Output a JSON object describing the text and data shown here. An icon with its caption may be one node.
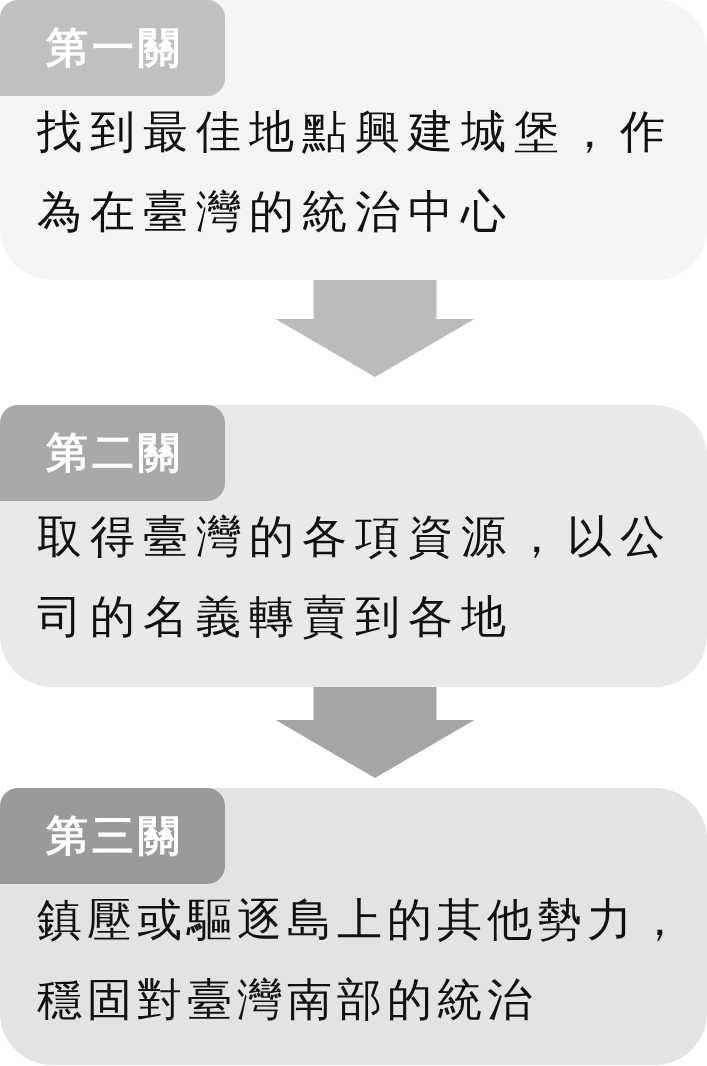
{
  "diagram": {
    "nodes": [
      {
        "text": [
          "第一關",
          "找到最佳地點興建城堡，作為在臺灣的統治中心"
        ]
      },
      {
        "text": [
          "第二關",
          "取得臺灣的各項資源，以公司的名義轉賣到各地"
        ]
      },
      {
        "text": [
          "第三關",
          "鎮壓或驅逐島上的其他勢力，穩固對臺灣南部的統治"
        ]
      }
    ],
    "edges": [
      {
        "from": 0,
        "to": 1,
        "arrow": "to",
        "color": "#bbbbbb"
      },
      {
        "from": 1,
        "to": 2,
        "arrow": "to",
        "color": "#a6a6a6"
      }
    ]
  }
}
